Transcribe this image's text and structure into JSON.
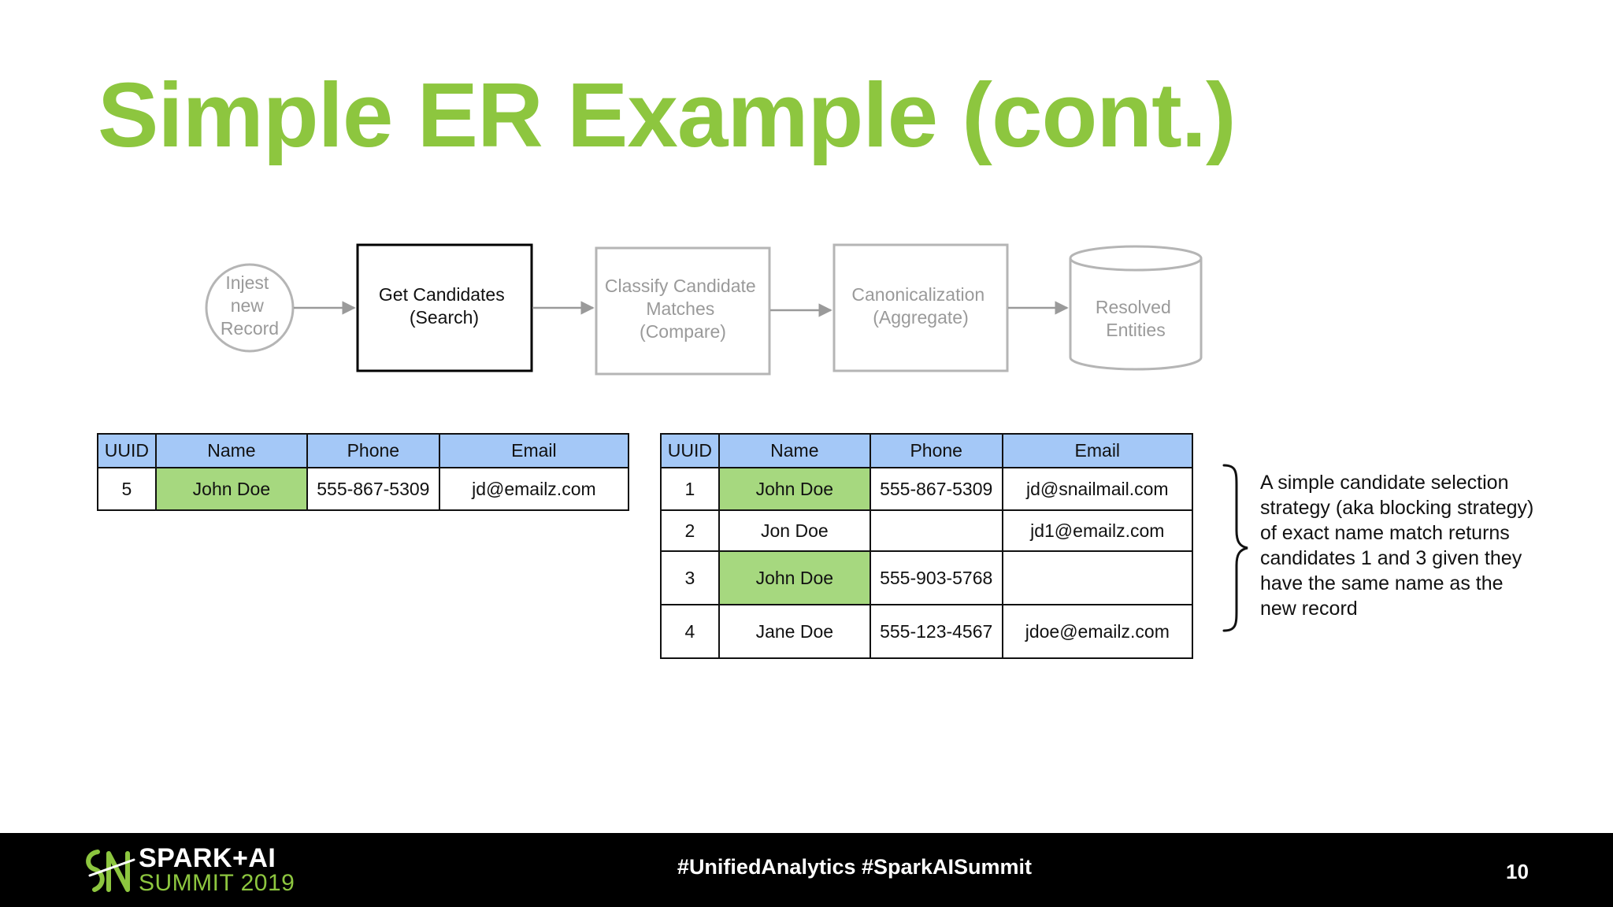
{
  "slide": {
    "title": "Simple ER Example (cont.)"
  },
  "flow": {
    "steps": [
      {
        "id": "ingest",
        "lines": [
          "Injest",
          "new",
          "Record"
        ],
        "state": "inactive"
      },
      {
        "id": "get-candidates",
        "lines": [
          "Get Candidates",
          "(Search)"
        ],
        "state": "active"
      },
      {
        "id": "classify",
        "lines": [
          "Classify Candidate",
          "Matches",
          "(Compare)"
        ],
        "state": "inactive"
      },
      {
        "id": "canonicalization",
        "lines": [
          "Canonicalization",
          "(Aggregate)"
        ],
        "state": "inactive"
      },
      {
        "id": "resolved",
        "lines": [
          "Resolved",
          "Entities"
        ],
        "state": "inactive"
      }
    ],
    "colors": {
      "active": "#000000",
      "inactive": "#b5b5b5",
      "inactive_text": "#9a9a9a",
      "arrow": "#9a9a9a"
    }
  },
  "new_record_table": {
    "headers": [
      "UUID",
      "Name",
      "Phone",
      "Email"
    ],
    "rows": [
      {
        "uuid": "5",
        "name": "John Doe",
        "phone": "555-867-5309",
        "email": "jd@emailz.com",
        "highlight_name": true
      }
    ]
  },
  "candidates_table": {
    "headers": [
      "UUID",
      "Name",
      "Phone",
      "Email"
    ],
    "rows": [
      {
        "uuid": "1",
        "name": "John Doe",
        "phone": "555-867-5309",
        "email": "jd@snailmail.com",
        "highlight_name": true
      },
      {
        "uuid": "2",
        "name": "Jon Doe",
        "phone": "",
        "email": "jd1@emailz.com",
        "highlight_name": false
      },
      {
        "uuid": "3",
        "name": "John Doe",
        "phone": "555-903-5768",
        "email": "",
        "highlight_name": true
      },
      {
        "uuid": "4",
        "name": "Jane Doe",
        "phone": "555-123-4567",
        "email": "jdoe@emailz.com",
        "highlight_name": false
      }
    ]
  },
  "explanation": {
    "lines": [
      "A simple candidate selection",
      "strategy (aka blocking strategy)",
      "of exact name match returns",
      "candidates 1 and 3 given they",
      "have the same name as the",
      "new record"
    ]
  },
  "footer": {
    "logo_line1": "SPARK+AI",
    "logo_line2": "SUMMIT 2019",
    "hashtags": "#UnifiedAnalytics #SparkAISummit",
    "page_number": "10"
  },
  "colors": {
    "title": "#8dc63f",
    "table_header": "#a4c8f7",
    "name_highlight": "#a6d87f",
    "footer_bg": "#000000"
  }
}
